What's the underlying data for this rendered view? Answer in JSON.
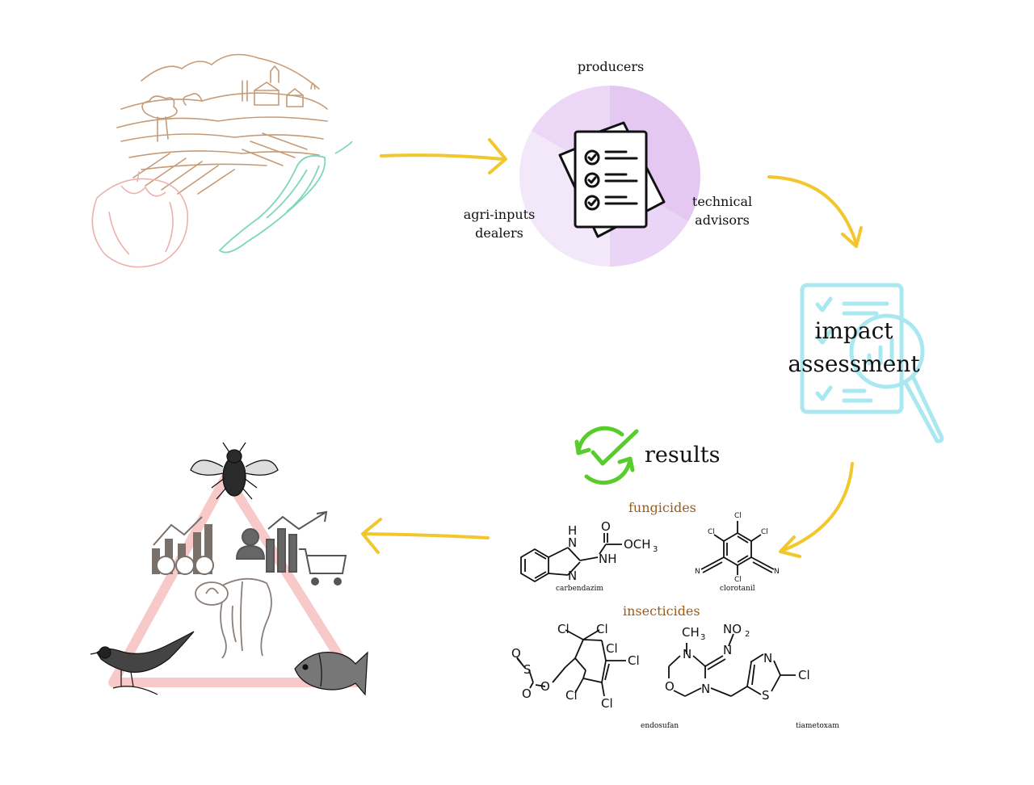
{
  "stakeholders": {
    "top": "producers",
    "left_line1": "agri-inputs",
    "left_line2": "dealers",
    "right_line1": "technical",
    "right_line2": "advisors"
  },
  "assessment": {
    "line1": "impact",
    "line2": "assessment"
  },
  "results": {
    "title": "results",
    "fungicides_label": "fungicides",
    "insecticides_label": "insecticides",
    "fungicides": [
      {
        "name": "carbendazim"
      },
      {
        "name": "clorotanil"
      }
    ],
    "insecticides": [
      {
        "name": "endosufan"
      },
      {
        "name": "tiametoxam"
      }
    ]
  },
  "structure_labels": {
    "carb_H": "H",
    "carb_N1": "N",
    "carb_N2": "N",
    "carb_O": "O",
    "carb_OCH3": "OCH",
    "carb_sub3": "3",
    "carb_NH": "NH",
    "chloro_cl": "Cl",
    "chloro_N": "N",
    "endo_S": "S",
    "endo_O": "O",
    "endo_Cl": "Cl",
    "tia_CH3": "CH",
    "tia_NO2": "NO",
    "tia_sub3": "3",
    "tia_sub2": "2",
    "tia_N": "N",
    "tia_O": "O",
    "tia_S": "S",
    "tia_Cl": "Cl"
  },
  "colors": {
    "arrow": "#f2c72c",
    "wheel_light": "#f3e8fa",
    "wheel_mid": "#ebd5f6",
    "wheel_dark": "#e4c8f2",
    "assessment_icon": "#a9e8f0",
    "results_check": "#57cc2a",
    "triangle": "#f5b7b7",
    "category_label": "#9a5a1c",
    "landscape": "#c69b76",
    "tomato": "#eeb0ae",
    "pepper": "#7fd8b4"
  },
  "icons": [
    "farm-landscape-icon",
    "tomato-icon",
    "pepper-icon",
    "checklist-icon",
    "magnifier-report-icon",
    "refresh-check-icon",
    "bee-icon",
    "bird-icon",
    "fish-icon",
    "farmer-icon",
    "finance-chart-icon",
    "market-cart-icon"
  ]
}
